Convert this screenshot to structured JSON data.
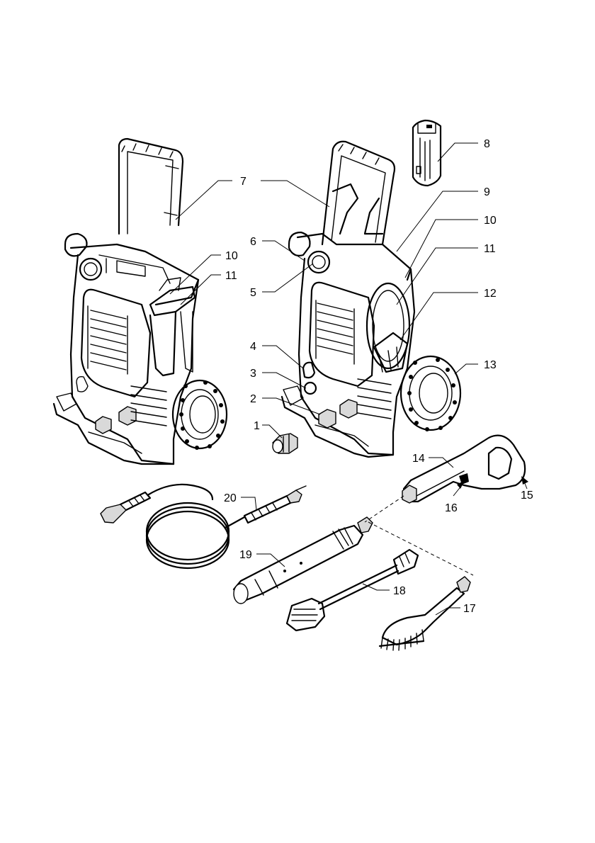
{
  "callouts": [
    {
      "id": "c1",
      "text": "1"
    },
    {
      "id": "c2",
      "text": "2"
    },
    {
      "id": "c3",
      "text": "3"
    },
    {
      "id": "c4",
      "text": "4"
    },
    {
      "id": "c5",
      "text": "5"
    },
    {
      "id": "c6",
      "text": "6"
    },
    {
      "id": "c7",
      "text": "7"
    },
    {
      "id": "c8",
      "text": "8"
    },
    {
      "id": "c9",
      "text": "9"
    },
    {
      "id": "c10a",
      "text": "10"
    },
    {
      "id": "c10b",
      "text": "10"
    },
    {
      "id": "c11a",
      "text": "11"
    },
    {
      "id": "c11b",
      "text": "11"
    },
    {
      "id": "c12",
      "text": "12"
    },
    {
      "id": "c13",
      "text": "13"
    },
    {
      "id": "c14",
      "text": "14"
    },
    {
      "id": "c15",
      "text": "15"
    },
    {
      "id": "c16",
      "text": "16"
    },
    {
      "id": "c17",
      "text": "17"
    },
    {
      "id": "c18",
      "text": "18"
    },
    {
      "id": "c19",
      "text": "19"
    },
    {
      "id": "c20",
      "text": "20"
    }
  ]
}
